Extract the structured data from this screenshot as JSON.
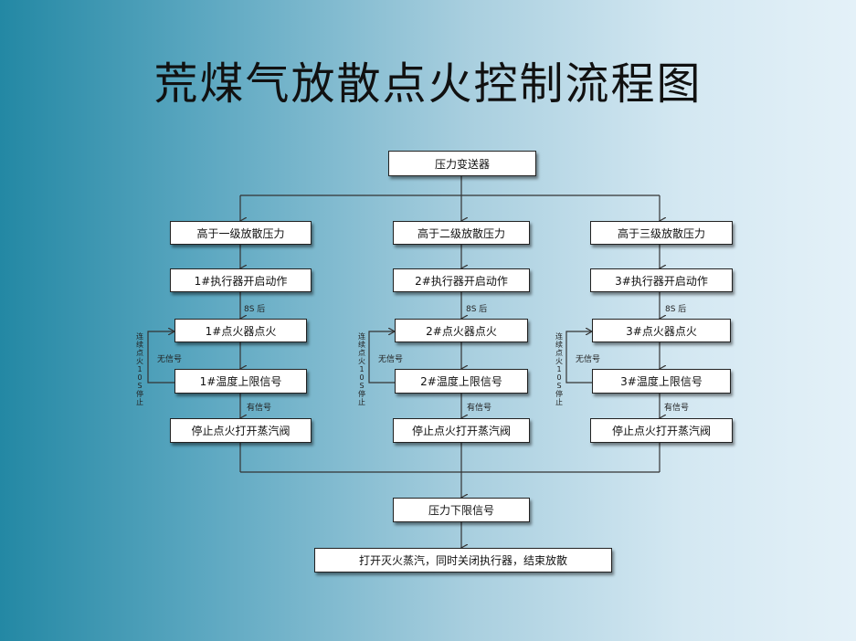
{
  "title": "荒煤气放散点火控制流程图",
  "top_node": "压力变送器",
  "columns": [
    {
      "pressure": "高于一级放散压力",
      "actuator": "1#执行器开启动作",
      "delay": "8S 后",
      "ignitor": "1#点火器点火",
      "side_label": "连续点火10S停止",
      "no_signal": "无信号",
      "temp_signal": "1#温度上限信号",
      "has_signal": "有信号",
      "stop": "停止点火打开蒸汽阀"
    },
    {
      "pressure": "高于二级放散压力",
      "actuator": "2#执行器开启动作",
      "delay": "8S 后",
      "ignitor": "2#点火器点火",
      "side_label": "连续点火10S停止",
      "no_signal": "无信号",
      "temp_signal": "2#温度上限信号",
      "has_signal": "有信号",
      "stop": "停止点火打开蒸汽阀"
    },
    {
      "pressure": "高于三级放散压力",
      "actuator": "3#执行器开启动作",
      "delay": "8S 后",
      "ignitor": "3#点火器点火",
      "side_label": "连续点火10S停止",
      "no_signal": "无信号",
      "temp_signal": "3#温度上限信号",
      "has_signal": "有信号",
      "stop": "停止点火打开蒸汽阀"
    }
  ],
  "lower_limit": "压力下限信号",
  "final": "打开灭火蒸汽，同时关闭执行器，结束放散"
}
